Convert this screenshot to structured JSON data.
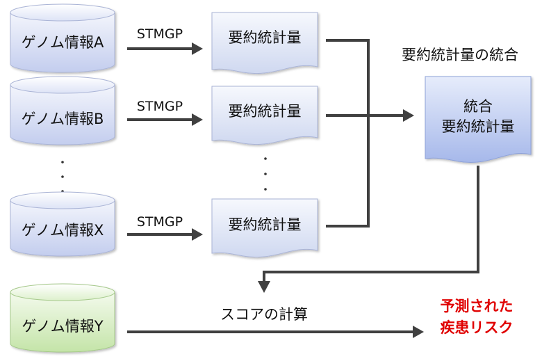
{
  "sources": [
    {
      "label": "ゲノム情報A",
      "arrow_label": "STMGP",
      "summary_label": "要約統計量"
    },
    {
      "label": "ゲノム情報B",
      "arrow_label": "STMGP",
      "summary_label": "要約統計量"
    },
    {
      "label": "ゲノム情報X",
      "arrow_label": "STMGP",
      "summary_label": "要約統計量"
    }
  ],
  "target": {
    "label": "ゲノム情報Y"
  },
  "integration": {
    "title": "要約統計量の統合",
    "box_line1": "統合",
    "box_line2": "要約統計量"
  },
  "score": {
    "label": "スコアの計算"
  },
  "result": {
    "line1": "予測された",
    "line2": "疾患リスク",
    "color": "#e00000"
  },
  "colors": {
    "db_blue_light": "#eef1fb",
    "db_blue_dark": "#c3cdee",
    "db_green_light": "#eef8e6",
    "db_green_dark": "#c4e4a8",
    "doc_light": "#f1f4fc",
    "doc_dark": "#cfd8f0",
    "merged_light": "#dfe6fa",
    "merged_dark": "#a6b8ea",
    "arrow": "#404040"
  }
}
